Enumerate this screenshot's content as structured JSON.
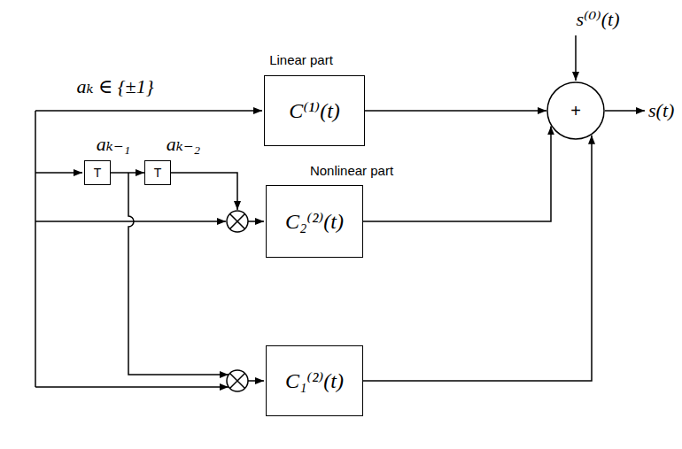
{
  "diagram": {
    "nodes": [
      {
        "text": [
          "C⁽¹⁾(t)"
        ]
      },
      {
        "text": [
          "T"
        ]
      },
      {
        "text": [
          "T"
        ]
      },
      {
        "text": [
          "C₂⁽²⁾(t)"
        ]
      },
      {
        "text": [
          "C₁⁽²⁾(t)"
        ]
      },
      {
        "text": [
          "+"
        ]
      }
    ],
    "edges": [
      {
        "from": 1,
        "to": 2,
        "arrow": "to"
      },
      {
        "from": 0,
        "to": 5,
        "arrow": "to"
      },
      {
        "from": 3,
        "to": 5,
        "arrow": "to"
      },
      {
        "from": 4,
        "to": 5,
        "arrow": "to"
      }
    ],
    "labels": [
      "s⁽⁰⁾(t)",
      "aₖ ∈ {±1}",
      "Linear part",
      "s(t)",
      "aₖ₋₁",
      "aₖ₋₂",
      "Nonlinear part"
    ]
  }
}
